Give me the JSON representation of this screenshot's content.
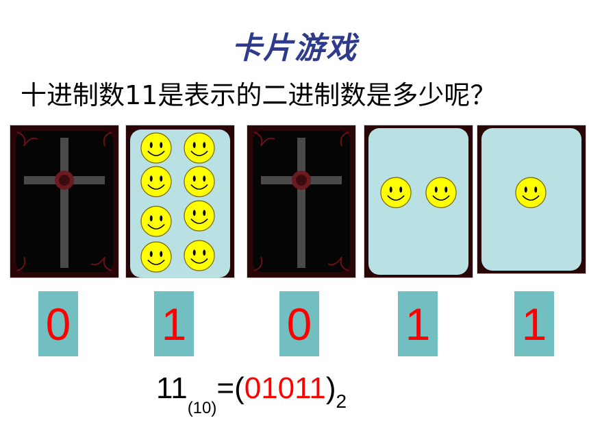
{
  "title": "卡片游戏",
  "question": "十进制数11是表示的二进制数是多少呢？",
  "cards": [
    {
      "face": "back"
    },
    {
      "face": "front",
      "smileys": 8
    },
    {
      "face": "back"
    },
    {
      "face": "front",
      "smileys": 2
    },
    {
      "face": "front",
      "smileys": 1
    }
  ],
  "digits": [
    "0",
    "1",
    "0",
    "1",
    "1"
  ],
  "equation": {
    "decimal": "11",
    "decimal_base": "(10)",
    "equals_open": "=(",
    "binary": "01011",
    "close": ")",
    "binary_base": "2"
  },
  "colors": {
    "title": "#2e3a8c",
    "digit_box": "#72bfc2",
    "digit": "#ff0000",
    "card_face": "#b9e0e3",
    "smiley": "#ffff00"
  }
}
